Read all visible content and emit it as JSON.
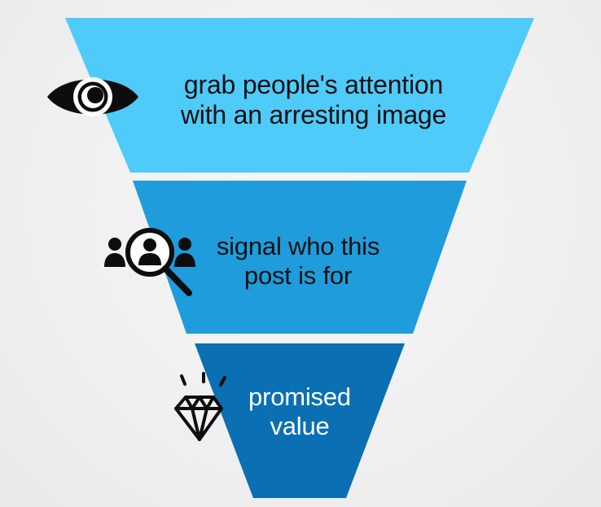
{
  "funnel": {
    "colors": {
      "tier_top": "#4fcbfa",
      "tier_middle": "#1f9cdc",
      "tier_bottom": "#0b6fb3",
      "icon": "#0d0d0d"
    },
    "tiers": [
      {
        "line1": "grab people's attention",
        "line2": "with an arresting image",
        "icon": "eye-icon"
      },
      {
        "line1": "signal who this",
        "line2": "post is for",
        "icon": "audience-search-icon"
      },
      {
        "line1": "promised",
        "line2": "value",
        "icon": "diamond-icon"
      }
    ]
  }
}
